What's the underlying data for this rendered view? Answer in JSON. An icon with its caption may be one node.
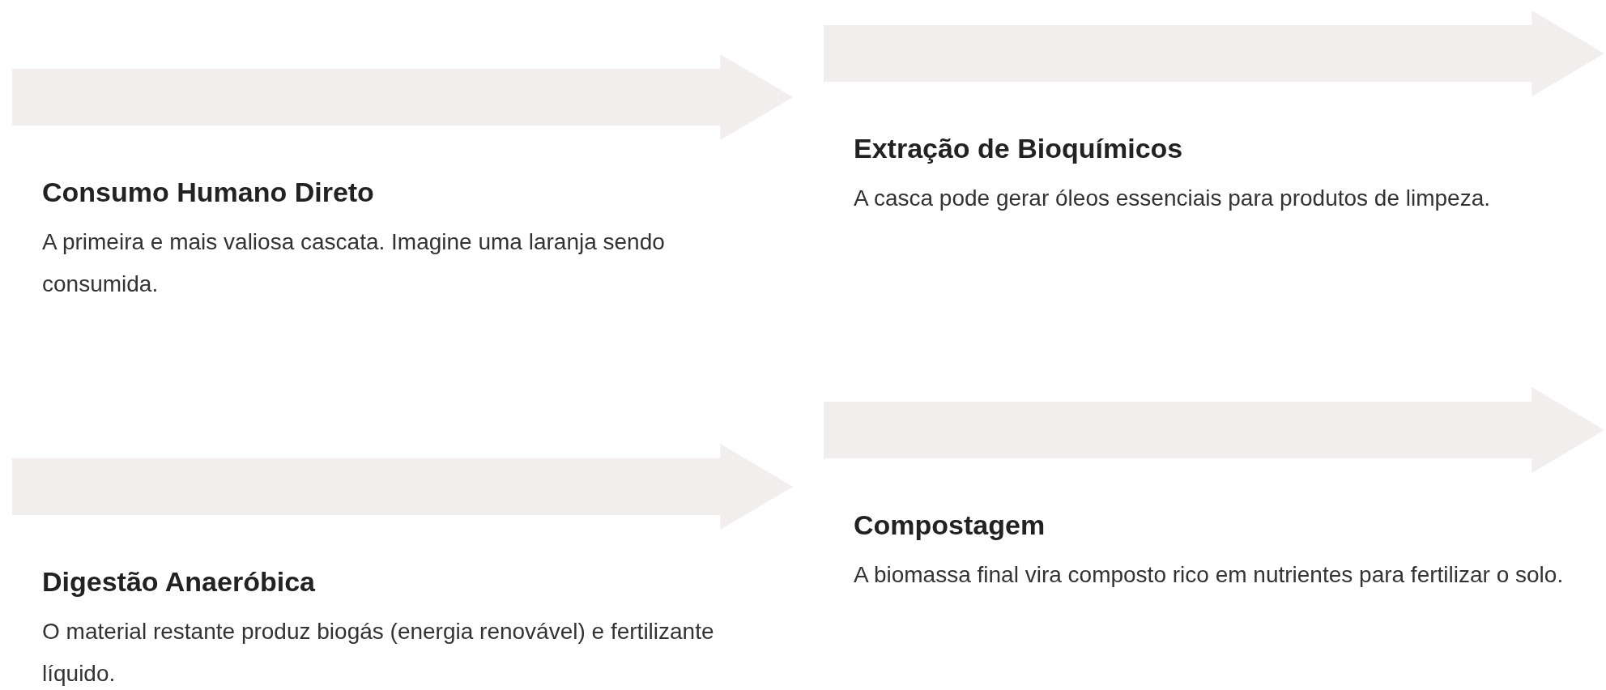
{
  "diagram": {
    "nodes": [
      {
        "text": [
          "Consumo Humano Direto",
          "A primeira e mais valiosa cascata. Imagine uma laranja sendo consumida."
        ]
      },
      {
        "text": [
          "Extração de Bioquímicos",
          "A casca pode gerar óleos essenciais para produtos de limpeza."
        ]
      },
      {
        "text": [
          "Digestão Anaeróbica",
          "O material restante produz biogás (energia renovável) e fertilizante líquido."
        ]
      },
      {
        "text": [
          "Compostagem",
          "A biomassa final vira composto rico em nutrientes para fertilizar o solo."
        ]
      }
    ]
  }
}
